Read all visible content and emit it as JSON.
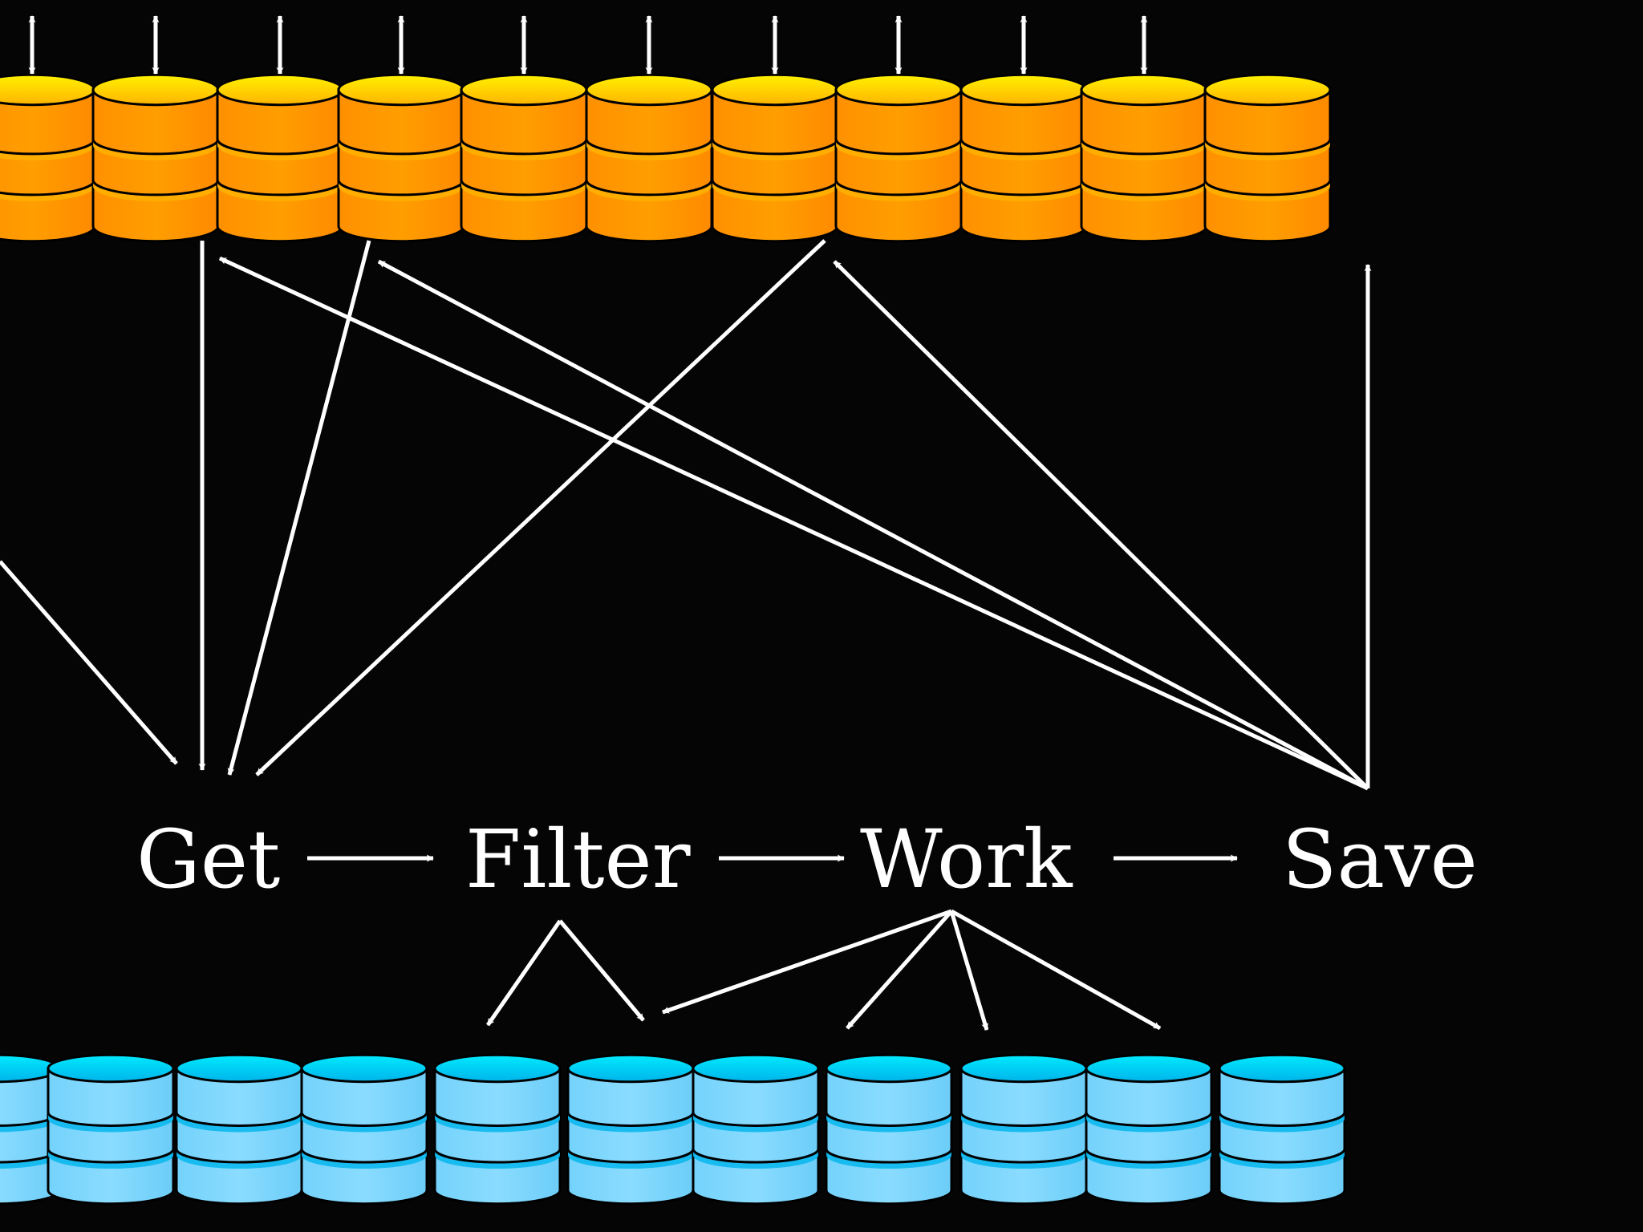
{
  "stages": [
    {
      "id": "get",
      "label": "Get"
    },
    {
      "id": "filter",
      "label": "Filter"
    },
    {
      "id": "work",
      "label": "Work"
    },
    {
      "id": "save",
      "label": "Save"
    }
  ],
  "colors": {
    "background": "#050505",
    "source_db_top": "#ffe800",
    "source_db_body": "#ff9a00",
    "source_db_band": "#ffb000",
    "sink_db_top": "#00ddff",
    "sink_db_body": "#7dd8ff",
    "sink_db_band": "#0cb8ee",
    "arrow": "#ffffff"
  },
  "icons": {
    "source_database": "database-cylinder-icon",
    "sink_database": "database-cylinder-icon",
    "double_arrow": "bidirectional-arrow-icon"
  }
}
